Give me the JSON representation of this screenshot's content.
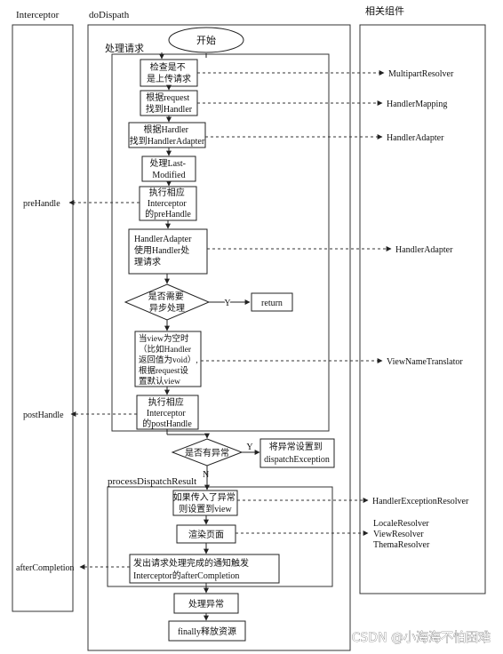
{
  "headers": {
    "interceptor": "Interceptor",
    "dispatch": "doDispath",
    "components": "相关组件"
  },
  "sections": {
    "process_request": "处理请求",
    "process_result": "processDispatchResult"
  },
  "steps": {
    "start": "开始",
    "check_upload": [
      "检查是不",
      "是上传请求"
    ],
    "find_handler": [
      "根据request",
      "找到Handler"
    ],
    "find_adapter": [
      "根据Hardler",
      "找到HandlerAdapter"
    ],
    "last_modified": [
      "处理Last-",
      "Modified"
    ],
    "pre_handle": [
      "执行相应",
      "Interceptor",
      "的preHandle"
    ],
    "adapter_handle": [
      "HandlerAdapter",
      "使用Handler处",
      "理请求"
    ],
    "async_decision": [
      "是否需要",
      "异步处理"
    ],
    "return_box": "return",
    "default_view": [
      "当view为空时",
      "（比如Handler",
      "返回值为void）,",
      "根据request设",
      "置默认view"
    ],
    "post_handle": [
      "执行相应",
      "Interceptor",
      "的postHandle"
    ],
    "exception_decision": "是否有异常",
    "set_exception": [
      "将异常设置到",
      "dispatchException"
    ],
    "set_view": [
      "如果传入了异常",
      "则设置到view"
    ],
    "render": "渲染页面",
    "after_completion": [
      "发出请求处理完成的通知触发",
      "Interceptor的afterCompletion"
    ],
    "handle_exception": "处理异常",
    "finally": "finally释放资源"
  },
  "branch_labels": {
    "async_yes": "Y",
    "exception_yes": "Y",
    "exception_no": "N"
  },
  "interceptor_labels": {
    "pre": "preHandle",
    "post": "postHandle",
    "after": "afterCompletion"
  },
  "components": {
    "multipart": "MultipartResolver",
    "mapping": "HandlerMapping",
    "adapter1": "HandlerAdapter",
    "adapter2": "HandlerAdapter",
    "view_name": "ViewNameTranslator",
    "exception": "HandlerExceptionResolver",
    "locale": "LocaleResolver",
    "view": "ViewResolver",
    "thema": "ThemaResolver"
  },
  "watermark": "CSDN @小海海不怕困难"
}
